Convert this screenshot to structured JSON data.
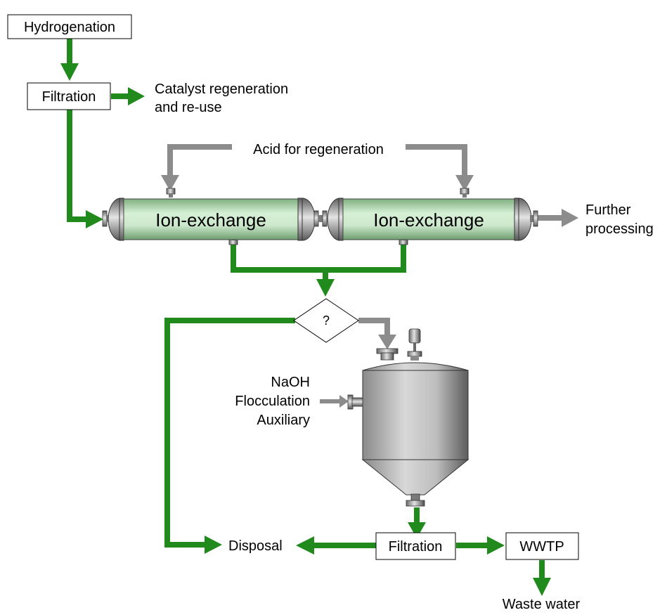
{
  "nodes": {
    "hydrogenation": "Hydrogenation",
    "filtration_top": "Filtration",
    "catalyst_line1": "Catalyst regeneration",
    "catalyst_line2": "and re-use",
    "acid": "Acid for regeneration",
    "ion_exchange_1": "Ion-exchange",
    "ion_exchange_2": "Ion-exchange",
    "further_line1": "Further",
    "further_line2": "processing",
    "decision": "?",
    "naoh": "NaOH",
    "flocculation": "Flocculation",
    "auxiliary": "Auxiliary",
    "disposal": "Disposal",
    "filtration_bottom": "Filtration",
    "wwtp": "WWTP",
    "waste_water": "Waste water"
  },
  "colors": {
    "main_flow": "#218A1C",
    "aux_flow": "#8C8C8C",
    "vessel_green_light": "#D6F0D6",
    "vessel_green_dark": "#7FB07F",
    "steel_light": "#E0E0E0",
    "steel_dark": "#5A5A5A"
  }
}
